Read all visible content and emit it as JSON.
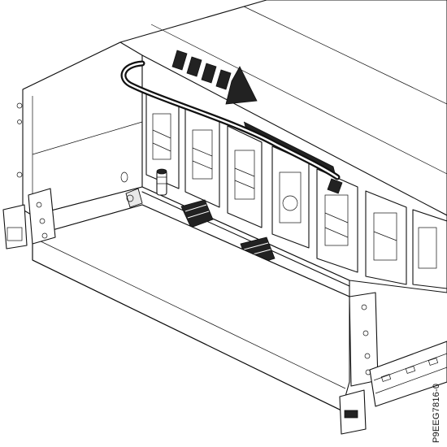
{
  "figure": {
    "figure_id": "P9EEG7816-0",
    "subject": "server-chassis-fan-bay-cable-routing",
    "colors": {
      "line": "#111111",
      "fill": "#ffffff",
      "accent": "#222222"
    },
    "arrow_direction": "down-right"
  }
}
